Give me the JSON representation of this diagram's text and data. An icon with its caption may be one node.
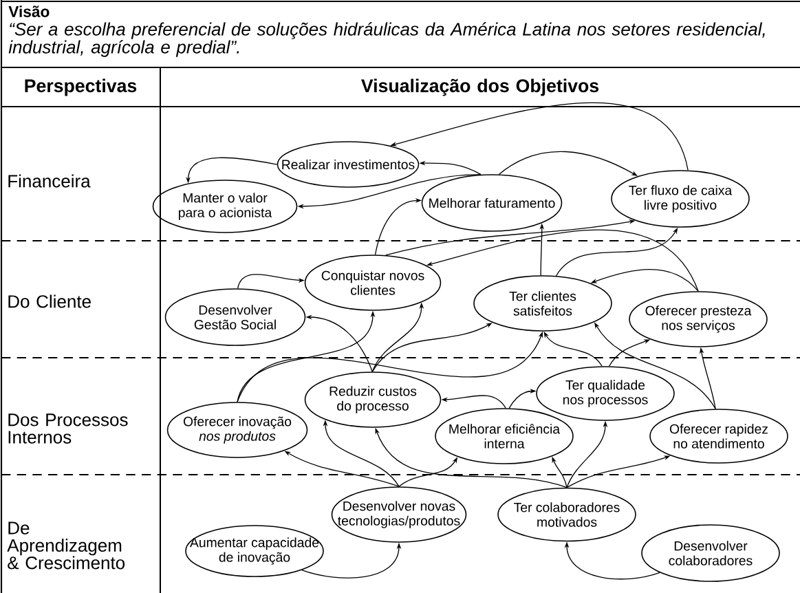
{
  "diagram": {
    "title": "Visão",
    "nodes": [
      {
        "text": [
          "Realizar investimentos"
        ]
      },
      {
        "text": [
          "Manter o valor para o acionista"
        ]
      },
      {
        "text": [
          "Melhorar faturamento"
        ]
      },
      {
        "text": [
          "Ter fluxo de caixa livre positivo"
        ]
      },
      {
        "text": [
          "Conquistar novos clientes"
        ]
      },
      {
        "text": [
          "Desenvolver Gestão Social"
        ]
      },
      {
        "text": [
          "Ter clientes satisfeitos"
        ]
      },
      {
        "text": [
          "Oferecer presteza nos serviços"
        ]
      },
      {
        "text": [
          "Reduzir custos do processo"
        ]
      },
      {
        "text": [
          "Ter qualidade nos processos"
        ]
      },
      {
        "text": [
          "Oferecer inovação *nos produtos*"
        ]
      },
      {
        "text": [
          "Melhorar eficiência interna"
        ]
      },
      {
        "text": [
          "Oferecer rapidez no atendimento"
        ]
      },
      {
        "text": [
          "Desenvolver novas tecnologias/produtos"
        ]
      },
      {
        "text": [
          "Ter colaboradores motivados"
        ]
      },
      {
        "text": [
          "Aumentar capacidade de inovação"
        ]
      },
      {
        "text": [
          "Desenvolver colaboradores"
        ]
      }
    ],
    "edges": [
      {
        "from": 3,
        "to": 0,
        "arrow": "to"
      },
      {
        "from": 0,
        "to": 1,
        "arrow": "to"
      },
      {
        "from": 2,
        "to": 0,
        "arrow": "to"
      },
      {
        "from": 2,
        "to": 3,
        "arrow": "to"
      },
      {
        "from": 2,
        "to": 1,
        "arrow": "to"
      },
      {
        "from": 4,
        "to": 2,
        "arrow": "to"
      },
      {
        "from": 4,
        "to": 3,
        "arrow": "to"
      },
      {
        "from": 6,
        "to": 2,
        "arrow": "to"
      },
      {
        "from": 6,
        "to": 3,
        "arrow": "to"
      },
      {
        "from": 7,
        "to": 4,
        "arrow": "to"
      },
      {
        "from": 7,
        "to": 6,
        "arrow": "to"
      },
      {
        "from": 5,
        "to": 4,
        "arrow": "to"
      },
      {
        "from": 8,
        "to": 5,
        "arrow": "to"
      },
      {
        "from": 8,
        "to": 4,
        "arrow": "to"
      },
      {
        "from": 8,
        "to": 6,
        "arrow": "to"
      },
      {
        "from": 10,
        "to": 4,
        "arrow": "to"
      },
      {
        "from": 10,
        "to": 6,
        "arrow": "to"
      },
      {
        "from": 9,
        "to": 6,
        "arrow": "to"
      },
      {
        "from": 9,
        "to": 7,
        "arrow": "to"
      },
      {
        "from": 12,
        "to": 7,
        "arrow": "to"
      },
      {
        "from": 12,
        "to": 6,
        "arrow": "to"
      },
      {
        "from": 11,
        "to": 8,
        "arrow": "to"
      },
      {
        "from": 11,
        "to": 9,
        "arrow": "to"
      },
      {
        "from": 13,
        "to": 10,
        "arrow": "to"
      },
      {
        "from": 13,
        "to": 8,
        "arrow": "to"
      },
      {
        "from": 13,
        "to": 11,
        "arrow": "to"
      },
      {
        "from": 14,
        "to": 8,
        "arrow": "to"
      },
      {
        "from": 14,
        "to": 11,
        "arrow": "to"
      },
      {
        "from": 14,
        "to": 9,
        "arrow": "to"
      },
      {
        "from": 14,
        "to": 12,
        "arrow": "to"
      },
      {
        "from": 15,
        "to": 13,
        "arrow": "to"
      },
      {
        "from": 16,
        "to": 14,
        "arrow": "to"
      }
    ],
    "labels": [
      "“Ser a escolha preferencial de soluções hidráulicas da América Latina nos setores residencial, industrial, agrícola e predial”.",
      "Perspectivas",
      "Visualização dos Objetivos",
      "Financeira",
      "Do Cliente",
      "Dos Processos Internos",
      "De Aprendizagem & Crescimento"
    ]
  }
}
